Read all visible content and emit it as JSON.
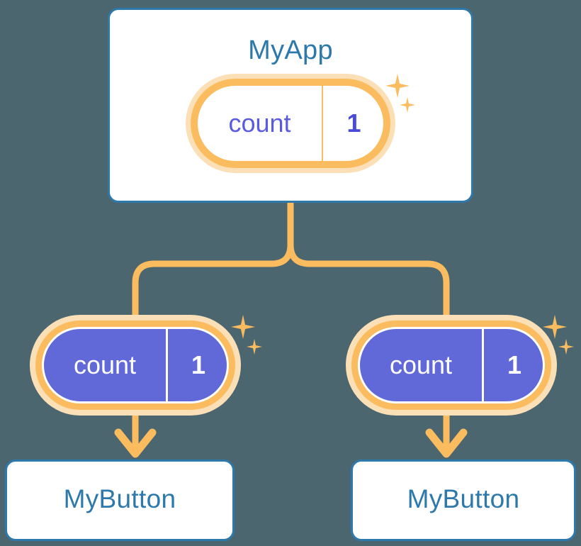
{
  "diagram": {
    "title": "MyApp",
    "background_color": "#4c6670",
    "accent_orange": "#fabc5f",
    "halo_orange": "#fbe0b7",
    "component_blue": "#2d79ac",
    "state_purple": "#6169d8",
    "value_purple": "#5a5be0"
  },
  "root": {
    "label": "MyApp",
    "state": {
      "key": "count",
      "value": "1"
    },
    "sparkles": [
      "sparkle-large",
      "sparkle-small"
    ]
  },
  "children": [
    {
      "label": "MyButton",
      "state": {
        "key": "count",
        "value": "1"
      },
      "sparkles": [
        "sparkle-large",
        "sparkle-small"
      ]
    },
    {
      "label": "MyButton",
      "state": {
        "key": "count",
        "value": "1"
      },
      "sparkles": [
        "sparkle-large",
        "sparkle-small"
      ]
    }
  ],
  "connectors": {
    "stem": "vertical-branch-from-root",
    "arrows": [
      "arrow-down-left",
      "arrow-down-right"
    ],
    "color": "#fabc5f"
  }
}
